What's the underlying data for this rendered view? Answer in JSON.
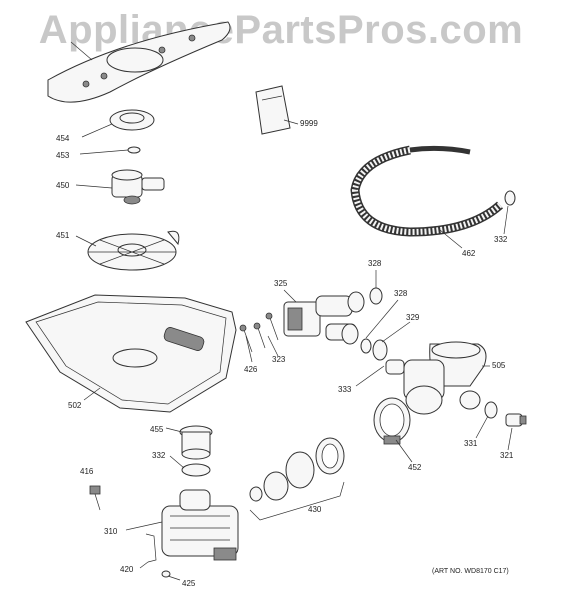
{
  "watermark": "AppliancePartsPros.com",
  "art_number": "(ART NO. WD8170 C17)",
  "parts": {
    "p9999": "9999",
    "p454": "454",
    "p453": "453",
    "p450": "450",
    "p451": "451",
    "p502": "502",
    "p455": "455",
    "p332a": "332",
    "p416": "416",
    "p310": "310",
    "p420": "420",
    "p425": "425",
    "p430": "430",
    "p325": "325",
    "p426": "426",
    "p323": "323",
    "p328a": "328",
    "p328b": "328",
    "p329": "329",
    "p333": "333",
    "p505": "505",
    "p331": "331",
    "p321": "321",
    "p452": "452",
    "p462": "462",
    "p332b": "332"
  }
}
